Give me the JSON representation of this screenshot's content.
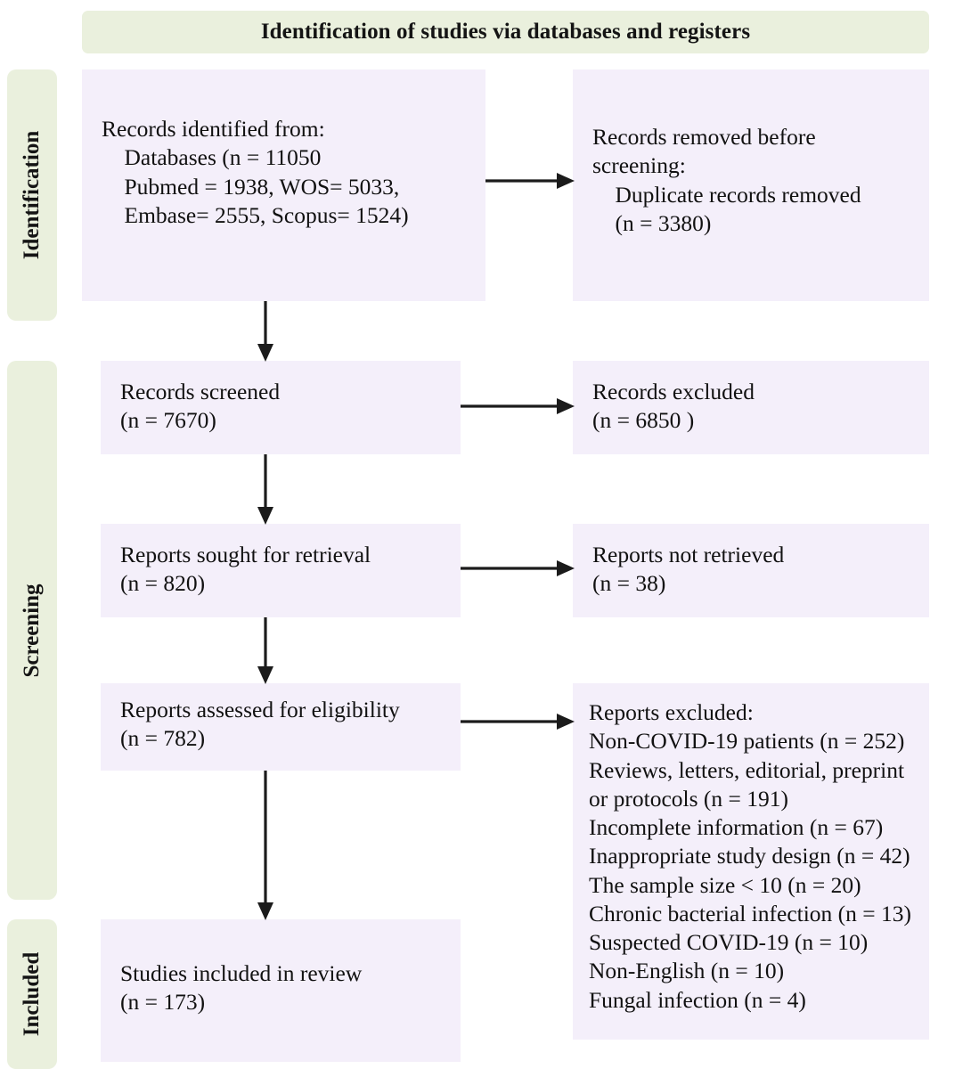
{
  "title": "Identification of studies via databases and registers",
  "colors": {
    "stage_banner_bg": "#eaf0dd",
    "box_bg": "#f4effa",
    "text": "#111111",
    "arrow": "#1b1b1b"
  },
  "stages": [
    {
      "key": "identification",
      "label": "Identification"
    },
    {
      "key": "screening",
      "label": "Screening"
    },
    {
      "key": "included",
      "label": "Included"
    }
  ],
  "boxes": {
    "records_identified": "Records identified from:\n    Databases (n = 11050\n    Pubmed = 1938, WOS= 5033,\n    Embase= 2555, Scopus= 1524)",
    "records_removed": "Records removed before\nscreening:\n    Duplicate records removed\n    (n = 3380)",
    "records_screened": "Records screened\n(n = 7670)",
    "records_excluded": "Records excluded\n(n = 6850 )",
    "reports_sought": "Reports sought for retrieval\n(n = 820)",
    "reports_not_retrieved": "Reports not retrieved\n(n = 38)",
    "reports_assessed": "Reports assessed for eligibility\n(n = 782)",
    "reports_excluded": "Reports excluded:\nNon-COVID-19 patients (n = 252)\nReviews, letters, editorial, preprint\nor protocols (n = 191)\nIncomplete information (n = 67)\nInappropriate study design (n = 42)\nThe sample size < 10 (n = 20)\nChronic bacterial infection (n = 13)\nSuspected COVID-19 (n = 10)\nNon-English (n = 10)\nFungal infection (n = 4)",
    "studies_included": "Studies included in review\n(n = 173)"
  },
  "counts": {
    "databases_total": 11050,
    "pubmed": 1938,
    "wos": 5033,
    "embase": 2555,
    "scopus": 1524,
    "duplicates_removed": 3380,
    "records_screened": 7670,
    "records_excluded": 6850,
    "reports_sought": 820,
    "reports_not_retrieved": 38,
    "reports_assessed": 782,
    "studies_included": 173
  },
  "exclusion_reasons": [
    {
      "reason": "Non-COVID-19 patients",
      "n": 252
    },
    {
      "reason": "Reviews, letters, editorial, preprint or protocols",
      "n": 191
    },
    {
      "reason": "Incomplete information",
      "n": 67
    },
    {
      "reason": "Inappropriate study design",
      "n": 42
    },
    {
      "reason": "The sample size < 10",
      "n": 20
    },
    {
      "reason": "Chronic bacterial infection",
      "n": 13
    },
    {
      "reason": "Suspected COVID-19",
      "n": 10
    },
    {
      "reason": "Non-English",
      "n": 10
    },
    {
      "reason": "Fungal infection",
      "n": 4
    }
  ]
}
